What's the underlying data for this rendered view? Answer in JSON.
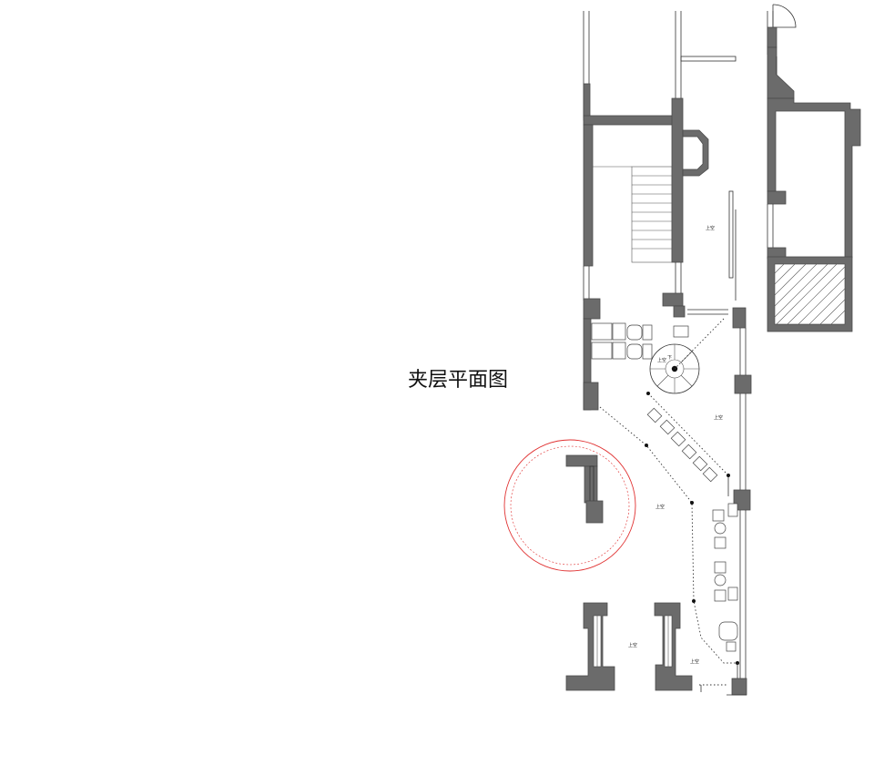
{
  "title": "夹层平面图",
  "labels": {
    "void": "上空",
    "down": "下"
  },
  "colors": {
    "wall": "#6b6b6b",
    "wall_stroke": "#4a4a4a",
    "detail_circle": "#e03030",
    "background": "#ffffff"
  }
}
